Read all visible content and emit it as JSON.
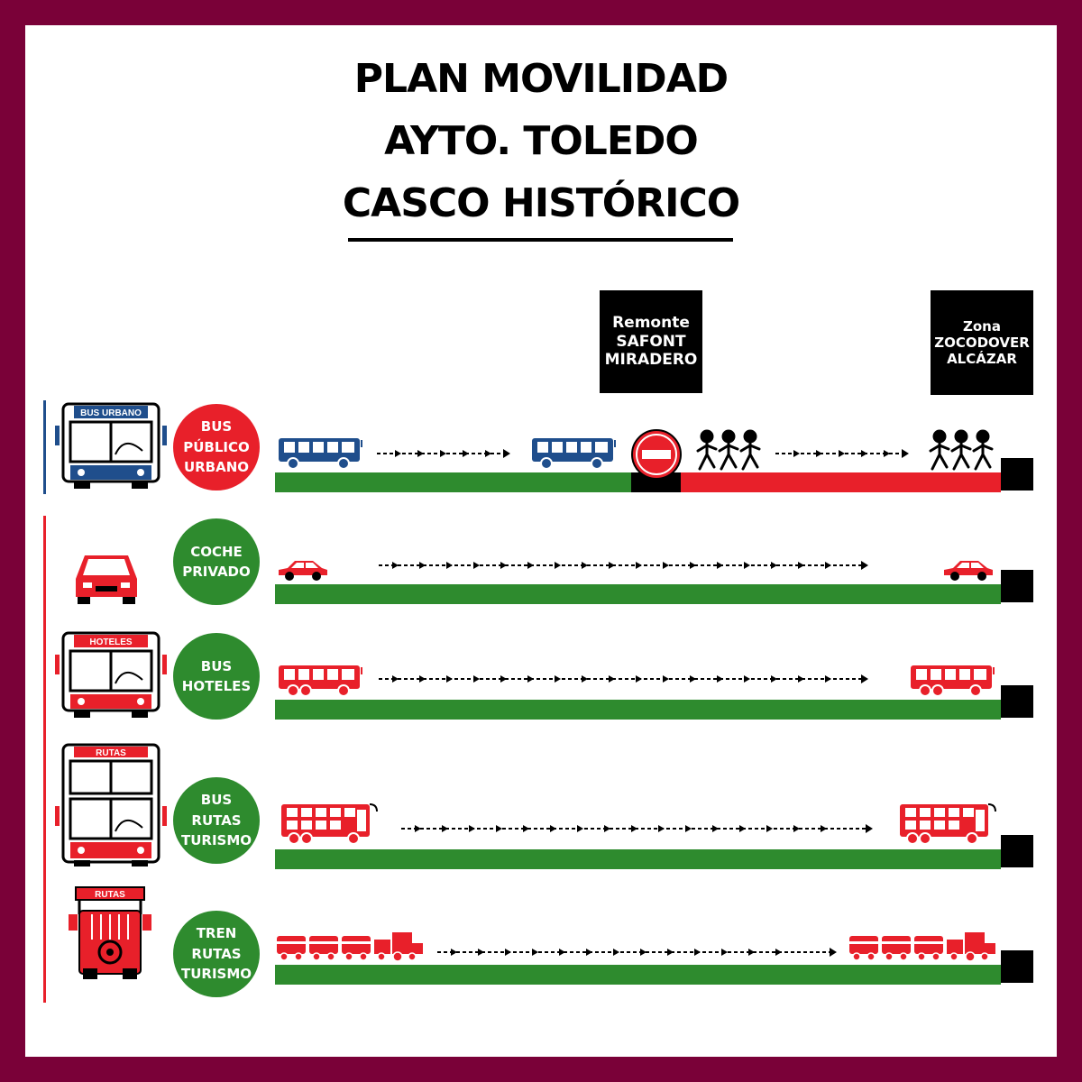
{
  "title": {
    "line1": "PLAN MOVILIDAD",
    "line2": "AYTO. TOLEDO",
    "line3": "CASCO HISTÓRICO"
  },
  "labels": {
    "remonte": [
      "Remonte",
      "SAFONT",
      "MIRADERO"
    ],
    "zona": [
      "Zona",
      "ZOCODOVER",
      "ALCÁZAR"
    ]
  },
  "rows": [
    {
      "circle": [
        "BUS",
        "PÚBLICO",
        "URBANO"
      ],
      "circle_color": "#e8202a",
      "vehicle_sign": "BUS URBANO",
      "vehicle_color": "#1f4e8c"
    },
    {
      "circle": [
        "COCHE",
        "PRIVADO"
      ],
      "circle_color": "#2e8b2e",
      "vehicle_color": "#e8202a"
    },
    {
      "circle": [
        "BUS",
        "HOTELES"
      ],
      "circle_color": "#2e8b2e",
      "vehicle_sign": "HOTELES",
      "vehicle_color": "#e8202a"
    },
    {
      "circle": [
        "BUS",
        "RUTAS",
        "TURISMO"
      ],
      "circle_color": "#2e8b2e",
      "vehicle_sign": "RUTAS",
      "vehicle_color": "#e8202a"
    },
    {
      "circle": [
        "TREN",
        "RUTAS",
        "TURISMO"
      ],
      "circle_color": "#2e8b2e",
      "vehicle_sign": "RUTAS",
      "vehicle_color": "#e8202a"
    }
  ],
  "colors": {
    "frame": "#7a0138",
    "road_allowed": "#2e8b2e",
    "road_forbidden": "#e8202a",
    "bus_urbano": "#1f4e8c",
    "red": "#e8202a",
    "blue_line": "#1f4e8c"
  }
}
